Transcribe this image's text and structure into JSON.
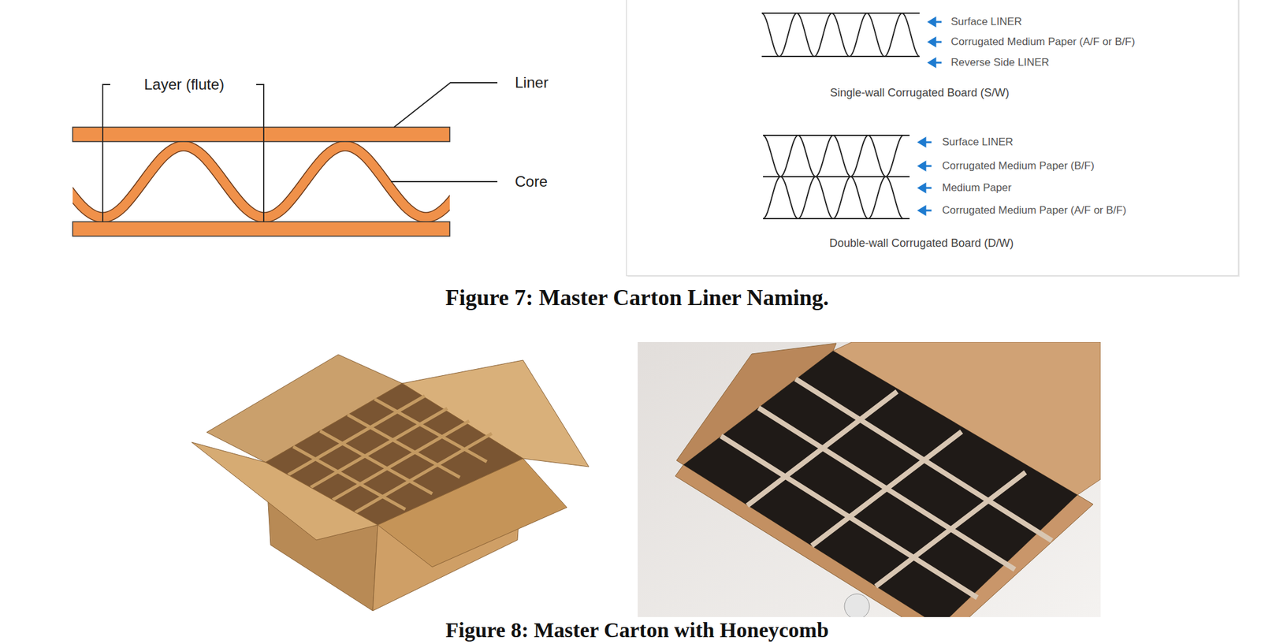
{
  "diagram": {
    "labels": [
      "Layer (flute)",
      "Liner",
      "Core",
      "Surface LINER",
      "Corrugated Medium Paper (A/F or B/F)",
      "Reverse Side LINER",
      "Single-wall Corrugated Board (S/W)",
      "Surface LINER",
      "Corrugated Medium Paper (B/F)",
      "Medium Paper",
      "Corrugated Medium Paper (A/F or B/F)",
      "Double-wall Corrugated Board (D/W)",
      "Figure 7: Master Carton Liner Naming.",
      "Figure 8: Master Carton with Honeycomb"
    ]
  }
}
